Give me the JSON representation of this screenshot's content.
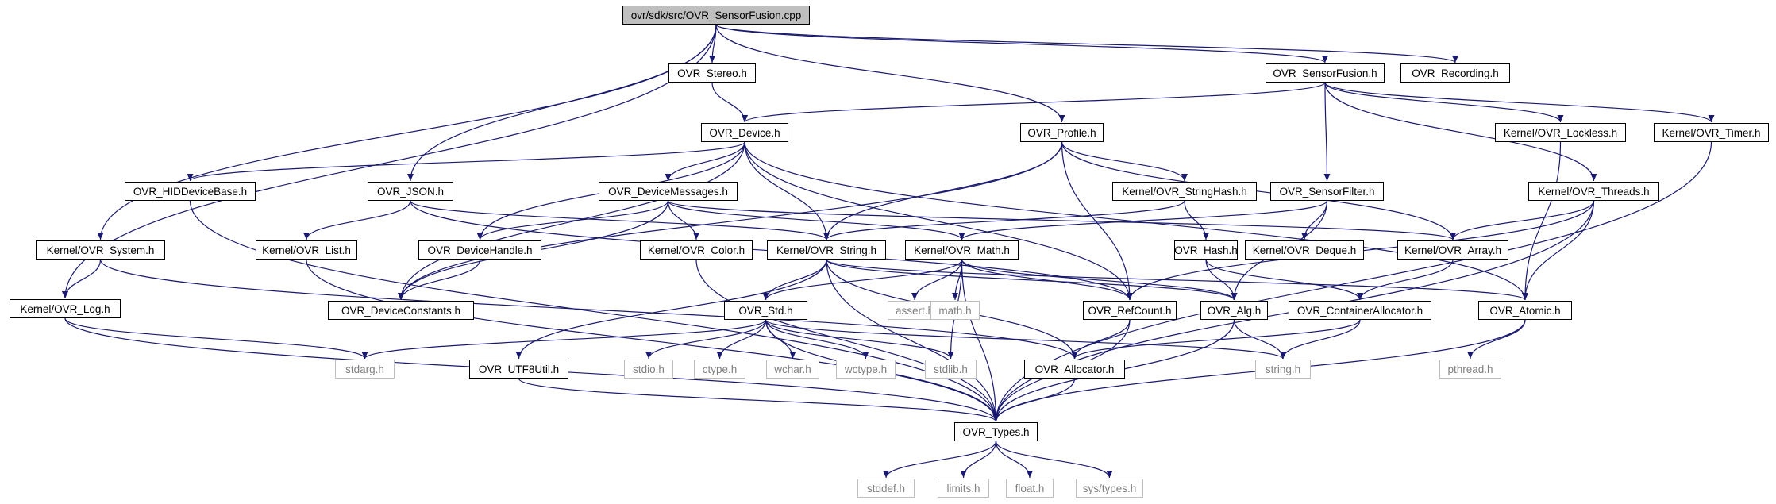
{
  "root": "ovr/sdk/src/OVR_SensorFusion.cpp",
  "nodes": {
    "stereo": "OVR_Stereo.h",
    "sensorfusion": "OVR_SensorFusion.h",
    "recording": "OVR_Recording.h",
    "device": "OVR_Device.h",
    "profile": "OVR_Profile.h",
    "lockless": "Kernel/OVR_Lockless.h",
    "timer": "Kernel/OVR_Timer.h",
    "hiddevicebase": "OVR_HIDDeviceBase.h",
    "json": "OVR_JSON.h",
    "devicemessages": "OVR_DeviceMessages.h",
    "stringhash": "Kernel/OVR_StringHash.h",
    "sensorfilter": "OVR_SensorFilter.h",
    "threads": "Kernel/OVR_Threads.h",
    "system": "Kernel/OVR_System.h",
    "list": "Kernel/OVR_List.h",
    "devicehandle": "OVR_DeviceHandle.h",
    "color": "Kernel/OVR_Color.h",
    "string": "Kernel/OVR_String.h",
    "math": "Kernel/OVR_Math.h",
    "hash": "OVR_Hash.h",
    "deque": "Kernel/OVR_Deque.h",
    "array": "Kernel/OVR_Array.h",
    "log": "Kernel/OVR_Log.h",
    "deviceconstants": "OVR_DeviceConstants.h",
    "std": "OVR_Std.h",
    "assert": "assert.h",
    "mathh": "math.h",
    "refcount": "OVR_RefCount.h",
    "alg": "OVR_Alg.h",
    "containerallocator": "OVR_ContainerAllocator.h",
    "atomic": "OVR_Atomic.h",
    "stdarg": "stdarg.h",
    "utf8util": "OVR_UTF8Util.h",
    "stdio": "stdio.h",
    "ctype": "ctype.h",
    "wchar": "wchar.h",
    "wctype": "wctype.h",
    "stdlib": "stdlib.h",
    "allocator": "OVR_Allocator.h",
    "stringh": "string.h",
    "pthread": "pthread.h",
    "types": "OVR_Types.h",
    "stddef": "stddef.h",
    "limits": "limits.h",
    "float": "float.h",
    "systypes": "sys/types.h"
  },
  "edges": [
    [
      "root",
      "stereo"
    ],
    [
      "root",
      "sensorfusion"
    ],
    [
      "root",
      "recording"
    ],
    [
      "root",
      "profile"
    ],
    [
      "root",
      "json"
    ],
    [
      "root",
      "system"
    ],
    [
      "root",
      "log"
    ],
    [
      "stereo",
      "device"
    ],
    [
      "sensorfusion",
      "device"
    ],
    [
      "sensorfusion",
      "lockless"
    ],
    [
      "sensorfusion",
      "timer"
    ],
    [
      "sensorfusion",
      "sensorfilter"
    ],
    [
      "sensorfusion",
      "threads"
    ],
    [
      "device",
      "hiddevicebase"
    ],
    [
      "device",
      "devicemessages"
    ],
    [
      "device",
      "devicehandle"
    ],
    [
      "device",
      "deviceconstants"
    ],
    [
      "device",
      "string"
    ],
    [
      "device",
      "refcount"
    ],
    [
      "device",
      "atomic"
    ],
    [
      "profile",
      "stringhash"
    ],
    [
      "profile",
      "string"
    ],
    [
      "profile",
      "refcount"
    ],
    [
      "profile",
      "array"
    ],
    [
      "profile",
      "deviceconstants"
    ],
    [
      "lockless",
      "atomic"
    ],
    [
      "timer",
      "types"
    ],
    [
      "hiddevicebase",
      "types"
    ],
    [
      "json",
      "list"
    ],
    [
      "json",
      "string"
    ],
    [
      "json",
      "refcount"
    ],
    [
      "devicemessages",
      "devicehandle"
    ],
    [
      "devicemessages",
      "color"
    ],
    [
      "devicemessages",
      "math"
    ],
    [
      "devicemessages",
      "array"
    ],
    [
      "devicemessages",
      "deviceconstants"
    ],
    [
      "stringhash",
      "hash"
    ],
    [
      "stringhash",
      "string"
    ],
    [
      "sensorfilter",
      "math"
    ],
    [
      "sensorfilter",
      "deque"
    ],
    [
      "sensorfilter",
      "alg"
    ],
    [
      "threads",
      "array"
    ],
    [
      "threads",
      "atomic"
    ],
    [
      "threads",
      "refcount"
    ],
    [
      "threads",
      "types"
    ],
    [
      "system",
      "log"
    ],
    [
      "system",
      "allocator"
    ],
    [
      "list",
      "types"
    ],
    [
      "devicehandle",
      "deviceconstants"
    ],
    [
      "color",
      "types"
    ],
    [
      "string",
      "std"
    ],
    [
      "string",
      "utf8util"
    ],
    [
      "string",
      "allocator"
    ],
    [
      "string",
      "atomic"
    ],
    [
      "string",
      "alg"
    ],
    [
      "string",
      "types"
    ],
    [
      "math",
      "assert"
    ],
    [
      "math",
      "mathh"
    ],
    [
      "math",
      "stdlib"
    ],
    [
      "math",
      "refcount"
    ],
    [
      "math",
      "alg"
    ],
    [
      "math",
      "std"
    ],
    [
      "math",
      "types"
    ],
    [
      "hash",
      "alg"
    ],
    [
      "hash",
      "containerallocator"
    ],
    [
      "array",
      "containerallocator"
    ],
    [
      "log",
      "stdarg"
    ],
    [
      "log",
      "types"
    ],
    [
      "std",
      "stdio"
    ],
    [
      "std",
      "ctype"
    ],
    [
      "std",
      "wchar"
    ],
    [
      "std",
      "wctype"
    ],
    [
      "std",
      "stdlib"
    ],
    [
      "std",
      "stringh"
    ],
    [
      "std",
      "stdarg"
    ],
    [
      "std",
      "types"
    ],
    [
      "refcount",
      "allocator"
    ],
    [
      "refcount",
      "types"
    ],
    [
      "alg",
      "stringh"
    ],
    [
      "alg",
      "types"
    ],
    [
      "containerallocator",
      "allocator"
    ],
    [
      "containerallocator",
      "stringh"
    ],
    [
      "atomic",
      "pthread"
    ],
    [
      "atomic",
      "types"
    ],
    [
      "utf8util",
      "types"
    ],
    [
      "allocator",
      "types"
    ],
    [
      "types",
      "stddef"
    ],
    [
      "types",
      "limits"
    ],
    [
      "types",
      "float"
    ],
    [
      "types",
      "systypes"
    ]
  ],
  "colors": {
    "edge": "#191970",
    "border": "#000000",
    "system_border": "#bfbfbf",
    "root_fill": "#bfbfbf"
  }
}
